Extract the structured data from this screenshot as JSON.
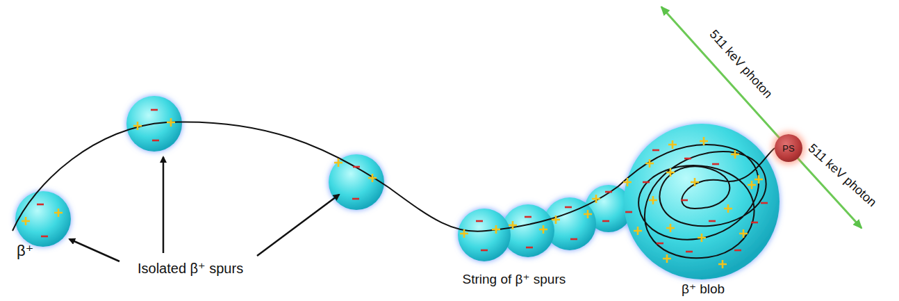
{
  "diagram": {
    "nodes": [
      {
        "text": [
          "PS"
        ]
      }
    ],
    "labels": [
      "β⁺",
      "Isolated β⁺ spurs",
      "String of β⁺ spurs",
      "β⁺ blob",
      "511 keV photon",
      "511 keV photon"
    ]
  }
}
